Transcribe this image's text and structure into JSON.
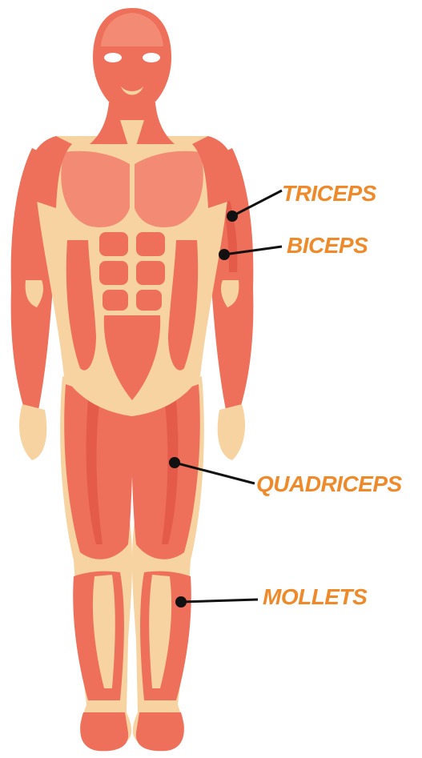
{
  "colors": {
    "muscle": "#ee6f5a",
    "muscle_dark": "#d9483a",
    "muscle_light": "#f38a74",
    "tendon": "#f6d3a0",
    "label": "#ef8a2a",
    "leader": "#111111"
  },
  "labels": [
    {
      "id": "triceps",
      "text": "TRICEPS"
    },
    {
      "id": "biceps",
      "text": "BICEPS"
    },
    {
      "id": "quadriceps",
      "text": "QUADRICEPS"
    },
    {
      "id": "mollets",
      "text": "MOLLETS"
    }
  ]
}
